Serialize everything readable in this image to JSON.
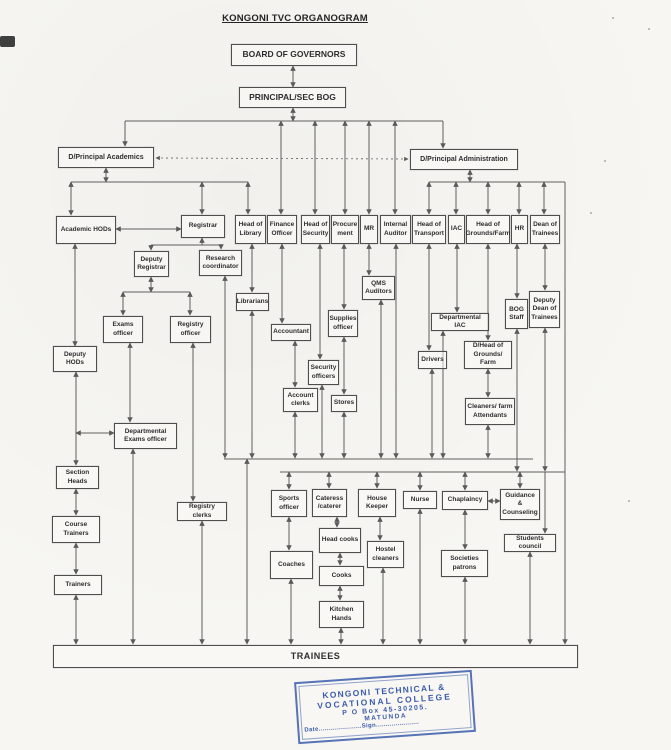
{
  "title": "KONGONI TVC ORGANOGRAM",
  "colors": {
    "ink": "#4a4a4a",
    "stamp_blue": "#3a5cab",
    "paper": "#f7f6f2"
  },
  "nodes": {
    "board": "BOARD OF GOVERNORS",
    "principal": "PRINCIPAL/SEC BOG",
    "dp_academics": "D/Principal Academics",
    "dp_admin": "D/Principal Administration",
    "academic_hods": "Academic HODs",
    "registrar": "Registrar",
    "head_library": "Head of Library",
    "finance_officer": "Finance Officer",
    "head_security": "Head of Security",
    "procurement": "Procure ment",
    "mr": "MR",
    "internal_auditor": "Internal Auditor",
    "head_transport": "Head of Transport",
    "iac": "IAC",
    "head_grounds": "Head of Grounds/Farm",
    "hr": "HR",
    "dean_trainees": "Dean of Trainees",
    "deputy_registrar": "Deputy Registrar",
    "research_coordinator": "Research coordinator",
    "librarians": "Librarians",
    "exams_officer": "Exams officer",
    "registry_officer": "Registry officer",
    "accountant": "Accountant",
    "qms_auditors": "QMS Auditors",
    "supplies_officer": "Supplies officer",
    "deputy_hods": "Deputy HODs",
    "security_officers": "Security officers",
    "account_clerks": "Account clerks",
    "stores": "Stores",
    "departmental_iac": "Departmental IAC",
    "drivers": "Drivers",
    "bog_staff": "BOG Staff",
    "deputy_dean": "Deputy Dean of Trainees",
    "d_head_grounds": "D/Head of Grounds/ Farm",
    "cleaners": "Cleaners/ farm Attendants",
    "departmental_exams": "Departmental Exams officer",
    "section_heads": "Section Heads",
    "course_trainers": "Course Trainers",
    "registry_clerks": "Registry clerks",
    "trainers": "Trainers",
    "sports_officer": "Sports officer",
    "cateress": "Cateress /caterer",
    "house_keeper": "House Keeper",
    "nurse": "Nurse",
    "chaplaincy": "Chaplaincy",
    "guidance": "Guidance & Counseling",
    "students_council": "Students council",
    "societies_patrons": "Societies patrons",
    "head_cooks": "Head cooks",
    "hostel_cleaners": "Hostel cleaners",
    "coaches": "Coaches",
    "cooks": "Cooks",
    "kitchen_hands": "Kitchen Hands",
    "trainees": "TRAINEES"
  },
  "stamp": {
    "line1": "KONGONI TECHNICAL &",
    "line2": "VOCATIONAL COLLEGE",
    "line3": "P O Box 45-30205.",
    "line4": "MATUNDA",
    "date_sign": "Date......................Sign......................"
  }
}
